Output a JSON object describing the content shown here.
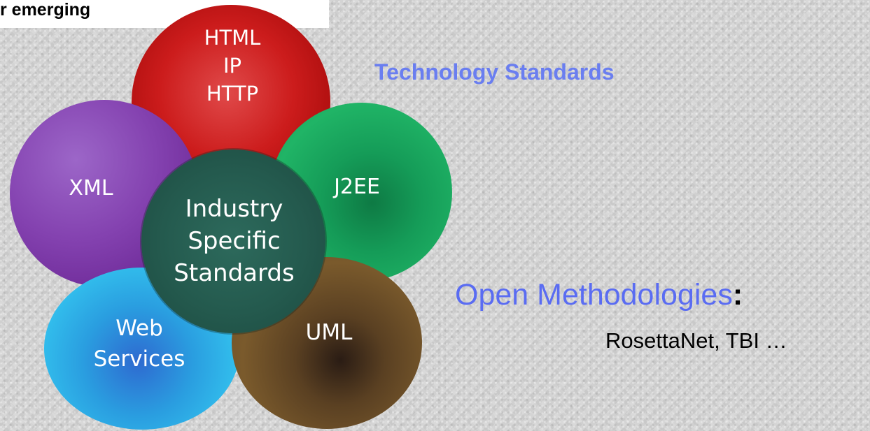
{
  "header": {
    "partial_text": "r emerging"
  },
  "diagram": {
    "circles": [
      {
        "id": "red",
        "lines": [
          "HTML",
          "IP",
          "HTTP"
        ],
        "color": "#cc1c1c"
      },
      {
        "id": "purple",
        "lines": [
          "XML"
        ],
        "color": "#8442b0"
      },
      {
        "id": "green",
        "lines": [
          "J2EE"
        ],
        "color": "#159c58"
      },
      {
        "id": "center",
        "lines": [
          "Industry",
          "Specific",
          "Standards"
        ],
        "color": "#245a4e"
      },
      {
        "id": "cyan",
        "lines": [
          "Web",
          "Services"
        ],
        "color": "#2a9ee0"
      },
      {
        "id": "brown",
        "lines": [
          "UML"
        ],
        "color": "#5a4022"
      }
    ]
  },
  "labels": {
    "technology_standards": "Technology Standards",
    "open_methodologies": "Open Methodologies",
    "open_methodologies_colon": ":",
    "examples": "RosettaNet, TBI …"
  },
  "colors": {
    "technology_standards": "#6a7ef0",
    "open_methodologies": "#5a6cf2"
  }
}
